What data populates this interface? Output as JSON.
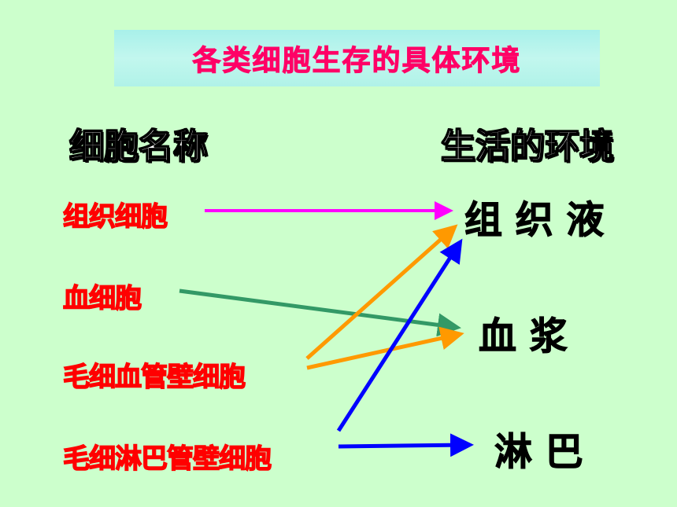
{
  "title": "各类细胞生存的具体环境",
  "headers": {
    "cells": "细胞名称",
    "environment": "生活的环境"
  },
  "cells": [
    {
      "label": "组织细胞"
    },
    {
      "label": "血细胞"
    },
    {
      "label": "毛细血管壁细胞"
    },
    {
      "label": "毛细淋巴管壁细胞"
    }
  ],
  "environments": [
    {
      "label": "组 织 液"
    },
    {
      "label": "血 浆"
    },
    {
      "label": "淋 巴"
    }
  ],
  "arrows": [
    {
      "from": "组织细胞",
      "to": "组织液",
      "color": "#ff00ff"
    },
    {
      "from": "血细胞",
      "to": "血浆",
      "color": "#339966"
    },
    {
      "from": "毛细血管壁细胞",
      "to": "组织液",
      "color": "#ff9900"
    },
    {
      "from": "毛细血管壁细胞",
      "to": "血浆",
      "color": "#ff9900"
    },
    {
      "from": "毛细淋巴管壁细胞",
      "to": "组织液",
      "color": "#0000ff"
    },
    {
      "from": "毛细淋巴管壁细胞",
      "to": "淋巴",
      "color": "#0000ff"
    }
  ],
  "colors": {
    "background": "#ccffcc",
    "title_text": "#ff0066",
    "cell_text": "#ff0000",
    "environment_text": "#000000"
  }
}
